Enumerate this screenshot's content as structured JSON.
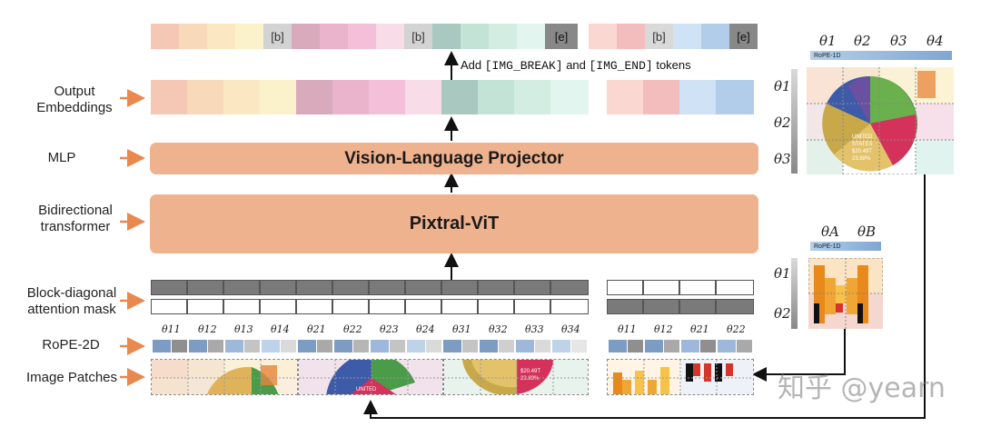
{
  "left_labels": {
    "output_embeddings": [
      "Output",
      "Embeddings"
    ],
    "mlp": "MLP",
    "bidirectional": [
      "Bidirectional",
      "transformer"
    ],
    "mask": [
      "Block-diagonal",
      "attention mask"
    ],
    "rope": "RoPE-2D",
    "patches": "Image Patches"
  },
  "blocks": {
    "projector": "Vision-Language Projector",
    "vit": "Pixtral-ViT"
  },
  "token_note": {
    "prefix": "Add ",
    "tok1": "[IMG_BREAK]",
    "mid": " and ",
    "tok2": "[IMG_END]",
    "suffix": " tokens"
  },
  "top_tokens_1": [
    "",
    "",
    "",
    "",
    "[b]",
    "",
    "",
    "",
    "",
    "[b]",
    "",
    "",
    "",
    "",
    "[e]"
  ],
  "top_tokens_2": [
    "",
    "",
    "[b]",
    "",
    "",
    "[e]"
  ],
  "rope_labels_1": [
    "θ11",
    "θ12",
    "θ13",
    "θ14",
    "θ21",
    "θ22",
    "θ23",
    "θ24",
    "θ31",
    "θ32",
    "θ33",
    "θ34"
  ],
  "rope_labels_2": [
    "θ11",
    "θ12",
    "θ21",
    "θ22"
  ],
  "right_top": {
    "cols": [
      "θ1",
      "θ2",
      "θ3",
      "θ4"
    ],
    "rows": [
      "θ1",
      "θ2",
      "θ3"
    ],
    "rope_label": "RoPE-1D",
    "pie_text": [
      "UNITED",
      "STATES",
      "$20.49T",
      "23.89%"
    ]
  },
  "right_bottom": {
    "cols": [
      "θA",
      "θB"
    ],
    "rows": [
      "θ1",
      "θ2"
    ],
    "rope_label": "RoPE-1D"
  },
  "patch_text": [
    "UNITED",
    "$20.49T",
    "23.89%"
  ],
  "watermark": "知乎 @yearn",
  "colors": {
    "block": "#efb28e",
    "arrow": "#e8894f",
    "mask_dark": "#7a7a7a"
  }
}
